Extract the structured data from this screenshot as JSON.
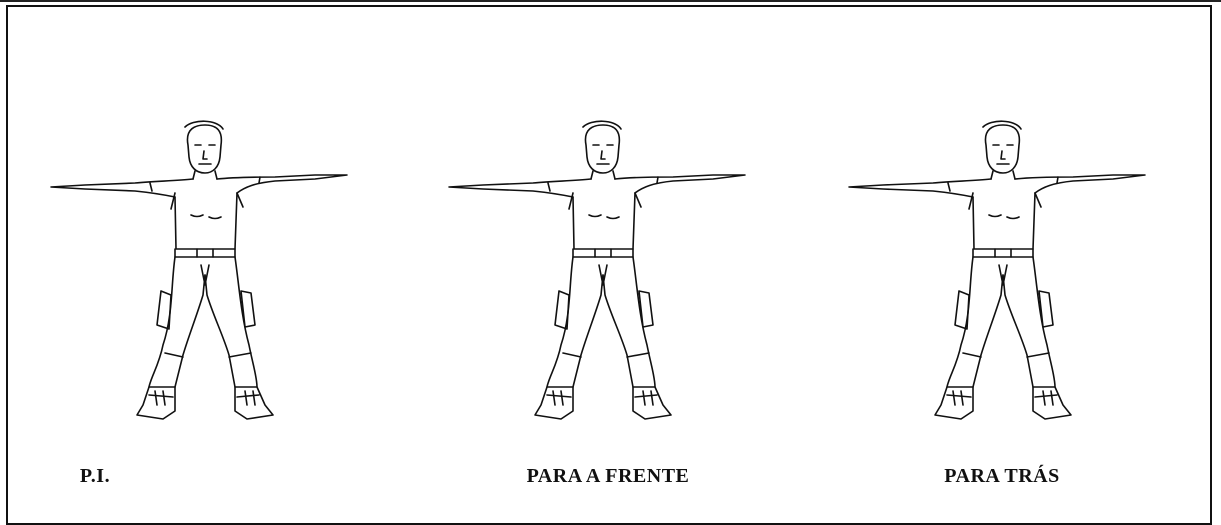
{
  "figures": [
    {
      "caption": "P.I."
    },
    {
      "caption": "PARA A FRENTE"
    },
    {
      "caption": "PARA TRÁS"
    }
  ]
}
